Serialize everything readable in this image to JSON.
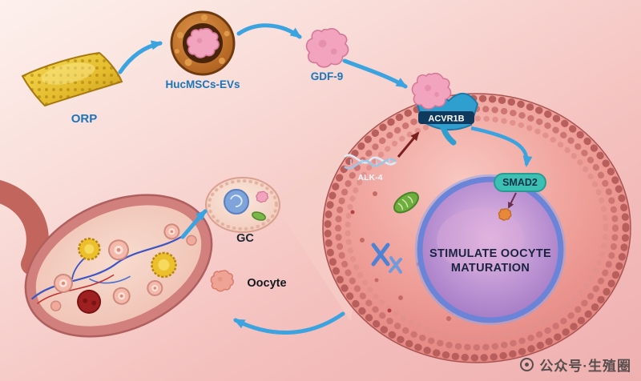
{
  "figure": {
    "labels": {
      "orp": "ORP",
      "hucmscs_evs": "HucMSCs-EVs",
      "gdf9": "GDF-9",
      "acvr1b": "ACVR1B",
      "alk4": "ALK-4",
      "smad2": "SMAD2",
      "stimulate_line1": "STIMULATE OOCYTE",
      "stimulate_line2": "MATURATION",
      "gc": "GC",
      "oocyte": "Oocyte"
    },
    "colors": {
      "label_blue": "#1b75bb",
      "dark_navy": "#1a2440",
      "arrow_blue": "#3ba3df",
      "arrow_maroon": "#7a2020",
      "cell_pink": "#ee9c96",
      "nucleus_purple": "#b08ccd",
      "nucleus_ring_blue": "#6c84d8",
      "smad2_teal": "#3cc0b4",
      "receptor_teal": "#2f9fcf",
      "acvr1b_banner": "#0f3a5e",
      "vesicle_brown": "#c8772e",
      "orp_gold": "#e9c83a",
      "ovary_pink": "#d2807e"
    }
  },
  "watermark": {
    "text": "公众号·生殖圈"
  }
}
